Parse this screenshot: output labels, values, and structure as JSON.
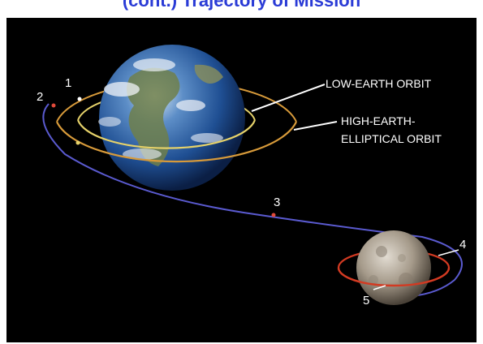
{
  "caption": "(cont.) Trajectory of Mission",
  "labels": {
    "low_earth_orbit": "LOW-EARTH ORBIT",
    "high_earth_line1": "HIGH-EARTH-",
    "high_earth_line2": "ELLIPTICAL ORBIT"
  },
  "markers": [
    "1",
    "2",
    "3",
    "4",
    "5"
  ],
  "colors": {
    "background": "#000000",
    "low_earth_orbit": "#e6d26a",
    "high_earth_orbit": "#d79a3a",
    "trajectory": "#5a5acf",
    "lunar_orbit": "#d23a22",
    "caption": "#2a3bd6"
  }
}
